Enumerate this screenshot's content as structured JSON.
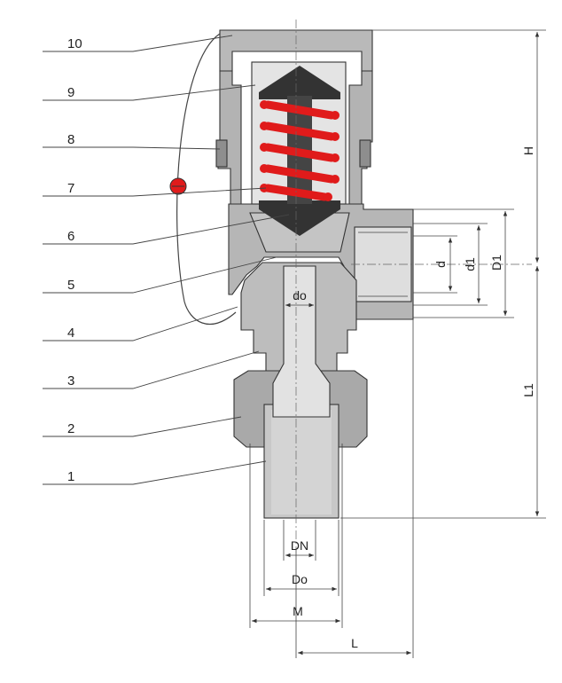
{
  "part_labels": [
    {
      "id": "10",
      "text": "10"
    },
    {
      "id": "9",
      "text": "9"
    },
    {
      "id": "8",
      "text": "8"
    },
    {
      "id": "7",
      "text": "7"
    },
    {
      "id": "6",
      "text": "6"
    },
    {
      "id": "5",
      "text": "5"
    },
    {
      "id": "4",
      "text": "4"
    },
    {
      "id": "3",
      "text": "3"
    },
    {
      "id": "2",
      "text": "2"
    },
    {
      "id": "1",
      "text": "1"
    }
  ],
  "dimensions": {
    "H": "H",
    "L1": "L1",
    "d": "d",
    "d1": "d1",
    "D1": "D1",
    "do": "do",
    "DN": "DN",
    "Do": "Do",
    "M": "M",
    "L": "L"
  },
  "colors": {
    "body": "#b9b9b9",
    "body_dark": "#8e8e8e",
    "inner": "#d8d8d8",
    "spring": "#e01b1b",
    "disc": "#333333",
    "line": "#333333"
  }
}
